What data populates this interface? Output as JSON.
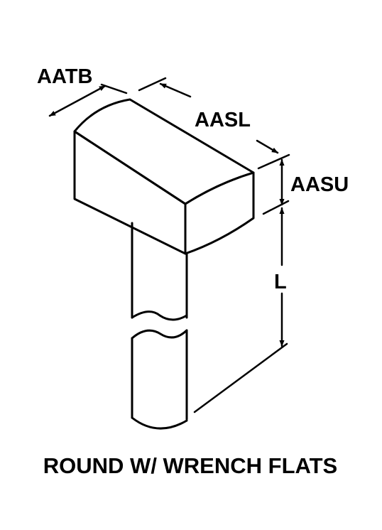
{
  "colors": {
    "ink": "#000000",
    "paper": "#ffffff"
  },
  "labels": {
    "aatb": "AATB",
    "aasl": "AASL",
    "aasu": "AASU",
    "l": "L"
  },
  "caption": "ROUND W/ WRENCH FLATS"
}
